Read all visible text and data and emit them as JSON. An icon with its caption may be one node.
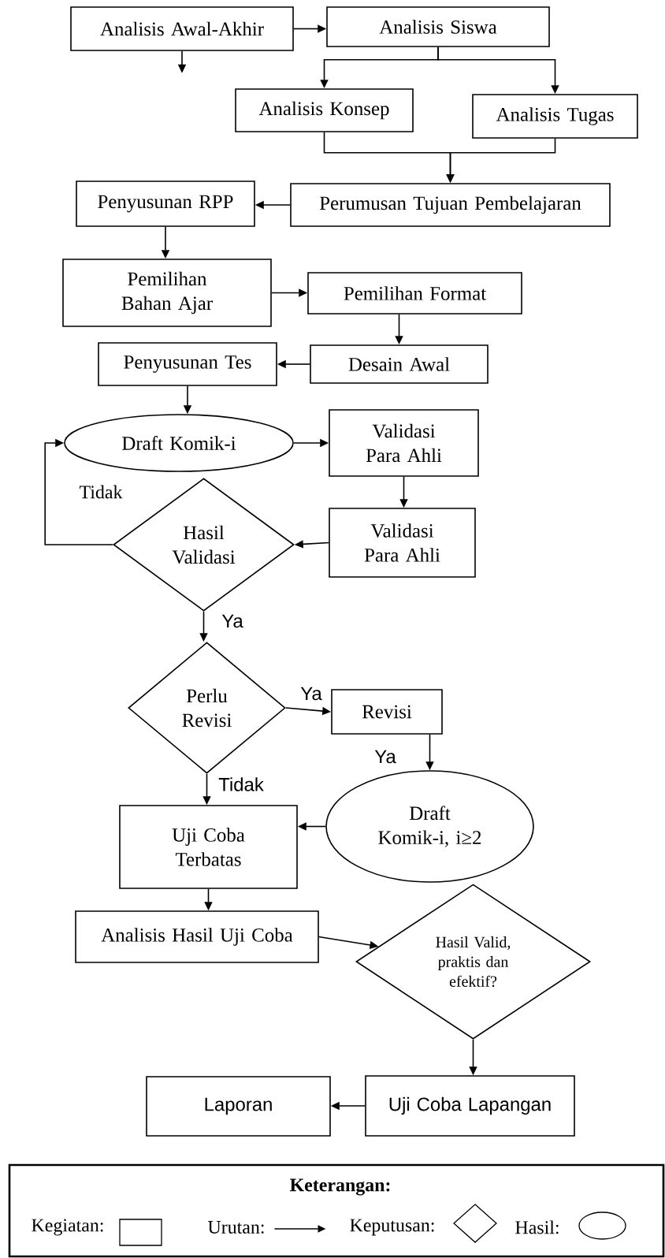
{
  "diagram": {
    "nodes": [
      {
        "text": [
          "Analisis Awal-Akhir"
        ]
      },
      {
        "text": [
          "Analisis Siswa"
        ]
      },
      {
        "text": [
          "Analisis Konsep"
        ]
      },
      {
        "text": [
          "Analisis Tugas"
        ]
      },
      {
        "text": [
          "Perumusan Tujuan Pembelajaran"
        ]
      },
      {
        "text": [
          "Penyusunan RPP"
        ]
      },
      {
        "text": [
          "Pemilihan Bahan Ajar"
        ]
      },
      {
        "text": [
          "Pemilihan Format"
        ]
      },
      {
        "text": [
          "Desain Awal"
        ]
      },
      {
        "text": [
          "Penyusunan Tes"
        ]
      },
      {
        "text": [
          "Draft Komik-i"
        ]
      },
      {
        "text": [
          "Validasi Para Ahli"
        ]
      },
      {
        "text": [
          "Hasil Validasi"
        ]
      },
      {
        "text": [
          "Validasi Para Ahli"
        ]
      },
      {
        "text": [
          "Perlu Revisi"
        ]
      },
      {
        "text": [
          "Revisi"
        ]
      },
      {
        "text": [
          "Draft Komik-i, i≥2"
        ]
      },
      {
        "text": [
          "Uji Coba Terbatas"
        ]
      },
      {
        "text": [
          "Analisis Hasil Uji Coba"
        ]
      },
      {
        "text": [
          "Hasil Valid, praktis dan efektif?"
        ]
      },
      {
        "text": [
          "Uji Coba Lapangan"
        ]
      },
      {
        "text": [
          "Laporan"
        ]
      }
    ],
    "edges": [
      {
        "from": 0,
        "to": 1,
        "arrow": "to"
      },
      {
        "from": 0,
        "to": null,
        "arrow": "to"
      },
      {
        "from": 1,
        "to": 2,
        "arrow": "to"
      },
      {
        "from": 1,
        "to": 3,
        "arrow": "to"
      },
      {
        "from": 2,
        "to": 4,
        "arrow": "to"
      },
      {
        "from": 3,
        "to": 4,
        "arrow": "to"
      },
      {
        "from": 4,
        "to": 5,
        "arrow": "to"
      },
      {
        "from": 5,
        "to": 6,
        "arrow": "to"
      },
      {
        "from": 6,
        "to": 7,
        "arrow": "to"
      },
      {
        "from": 7,
        "to": 8,
        "arrow": "to"
      },
      {
        "from": 8,
        "to": 9,
        "arrow": "to"
      },
      {
        "from": 9,
        "to": 10,
        "arrow": "to"
      },
      {
        "from": 10,
        "to": 11,
        "arrow": "to"
      },
      {
        "from": 11,
        "to": 13,
        "arrow": "to"
      },
      {
        "from": 13,
        "to": 12,
        "arrow": "to"
      },
      {
        "from": 12,
        "to": 10,
        "arrow": "to",
        "label": "Tidak"
      },
      {
        "from": 12,
        "to": 14,
        "arrow": "to",
        "label": "Ya"
      },
      {
        "from": 14,
        "to": 15,
        "arrow": "to",
        "label": "Ya"
      },
      {
        "from": 15,
        "to": 16,
        "arrow": "to",
        "label": "Ya"
      },
      {
        "from": 14,
        "to": 17,
        "arrow": "to",
        "label": "Tidak"
      },
      {
        "from": 16,
        "to": 17,
        "arrow": "to"
      },
      {
        "from": 17,
        "to": 18,
        "arrow": "to"
      },
      {
        "from": 18,
        "to": 19,
        "arrow": "to"
      },
      {
        "from": 19,
        "to": 20,
        "arrow": "to"
      },
      {
        "from": 20,
        "to": 21,
        "arrow": "to"
      }
    ],
    "labels": [
      "Keterangan:"
    ],
    "legend": [
      {
        "text": "Kegiatan:"
      },
      {
        "text": "Urutan:"
      },
      {
        "text": "Keputusan:"
      },
      {
        "text": "Hasil:"
      }
    ]
  }
}
